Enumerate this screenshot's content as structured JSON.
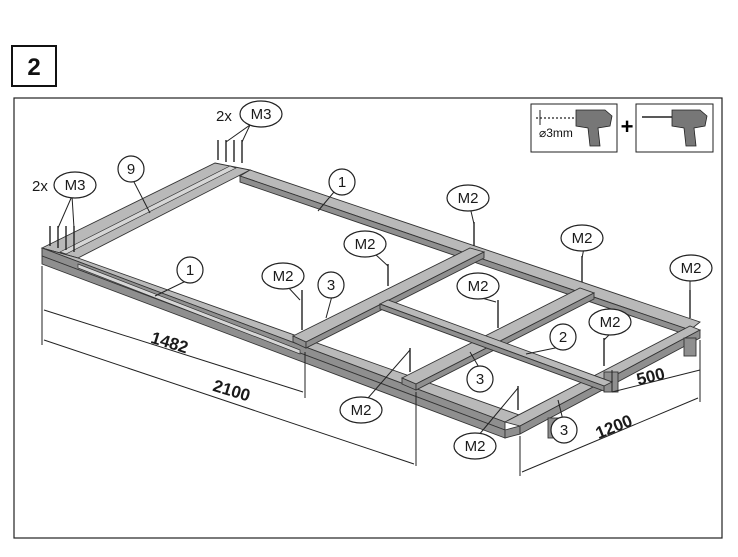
{
  "step_number": "2",
  "tools": {
    "drill_bit_label": "⌀3mm",
    "plus": "+"
  },
  "labels": {
    "part_9": "9",
    "part_1_top": "1",
    "part_1_front": "1",
    "part_2": "2",
    "part_3_a": "3",
    "part_3_b": "3",
    "part_3_c": "3",
    "m3_top": "M3",
    "m3_left": "M3",
    "qty_top": "2x",
    "qty_left": "2x",
    "m2_1": "M2",
    "m2_2": "M2",
    "m2_3": "M2",
    "m2_4": "M2",
    "m2_5": "M2",
    "m2_6": "M2",
    "m2_7": "M2",
    "m2_8": "M2",
    "m2_9": "M2"
  },
  "dimensions": {
    "d1482": "1482",
    "d2100": "2100",
    "d500": "500",
    "d1200": "1200"
  }
}
